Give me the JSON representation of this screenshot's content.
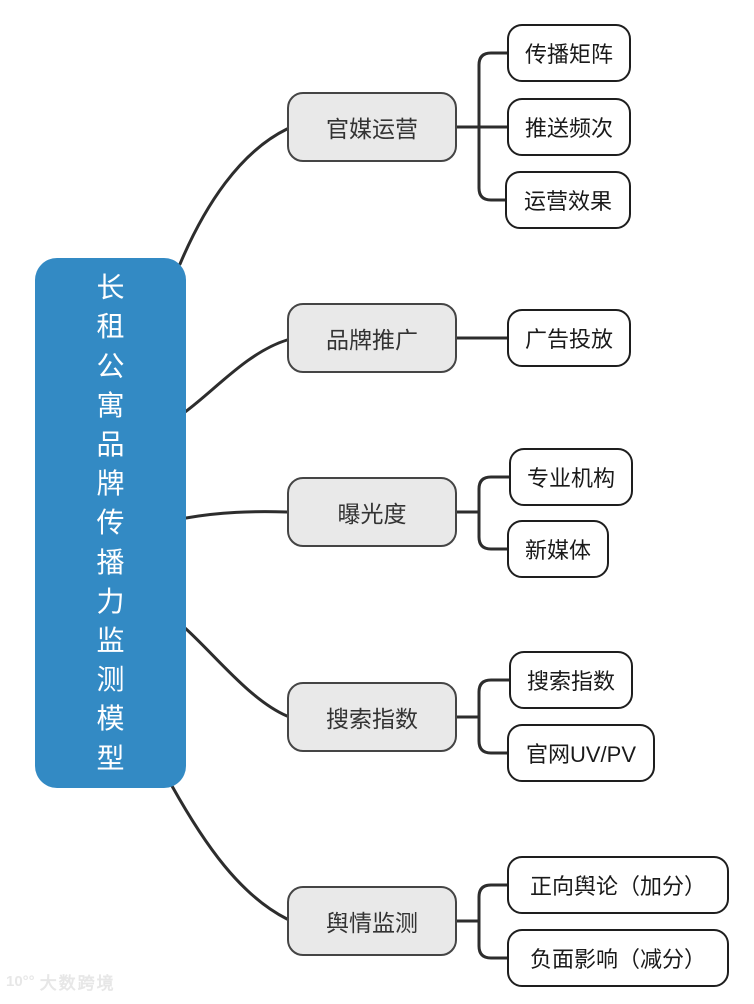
{
  "root": {
    "label": "长租公寓品牌传播力监测模型"
  },
  "branches": [
    {
      "label": "官媒运营",
      "children": [
        {
          "label": "传播矩阵"
        },
        {
          "label": "推送频次"
        },
        {
          "label": "运营效果"
        }
      ]
    },
    {
      "label": "品牌推广",
      "children": [
        {
          "label": "广告投放"
        }
      ]
    },
    {
      "label": "曝光度",
      "children": [
        {
          "label": "专业机构"
        },
        {
          "label": "新媒体"
        }
      ]
    },
    {
      "label": "搜索指数",
      "children": [
        {
          "label": "搜索指数"
        },
        {
          "label": "官网UV/PV"
        }
      ]
    },
    {
      "label": "舆情监测",
      "children": [
        {
          "label": "正向舆论（加分）"
        },
        {
          "label": "负面影响（减分）"
        }
      ]
    }
  ],
  "watermark": {
    "logo": "10°°",
    "text": "大数跨境"
  },
  "colors": {
    "root_fill": "#338ac4",
    "branch_fill": "#e9e9e9",
    "branch_border": "#454545",
    "leaf_border": "#1e1e1e",
    "connector": "#2d2d2d"
  }
}
